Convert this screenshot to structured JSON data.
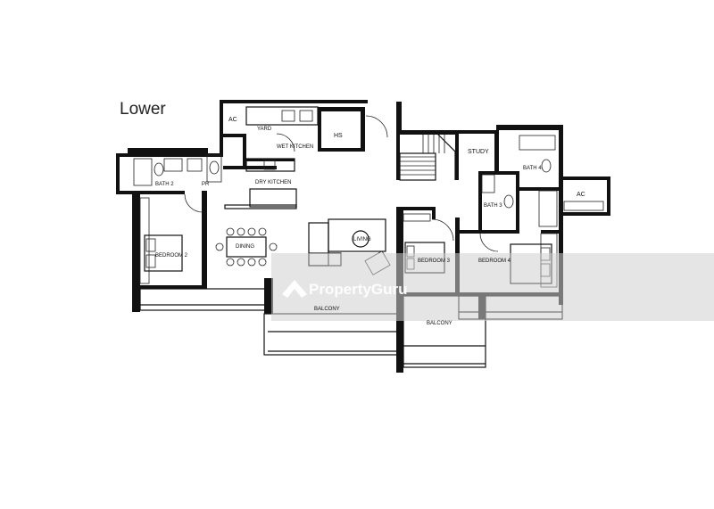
{
  "plan": {
    "title": "Lower",
    "rooms": {
      "ac_top": "AC",
      "yard": "YARD",
      "wet_kitchen": "WET KITCHEN",
      "hs": "HS",
      "bath2": "BATH 2",
      "pr": "PR",
      "dry_kitchen": "DRY KITCHEN",
      "dining": "DINING",
      "living": "LIVING",
      "bedroom2": "BEDROOM 2",
      "bedroom3": "BEDROOM 3",
      "bedroom4": "BEDROOM 4",
      "study": "STUDY",
      "bath3": "BATH 3",
      "bath4": "BATH 4",
      "ac_right": "AC",
      "balcony_main": "BALCONY",
      "balcony_right": "BALCONY"
    },
    "watermark": "PropertyGuru"
  }
}
